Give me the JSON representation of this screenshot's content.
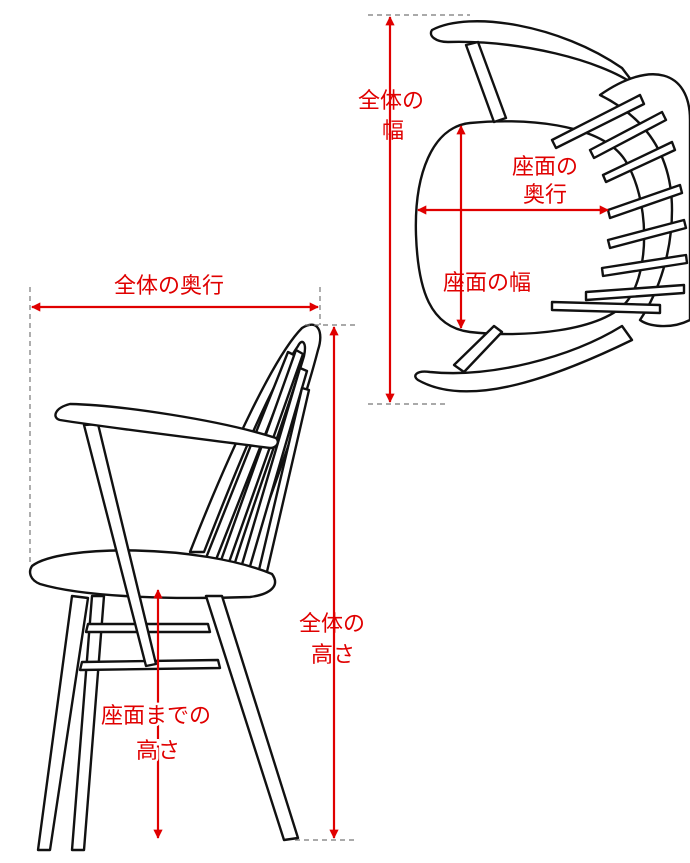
{
  "labels": {
    "top_total_width_line1": "全体の",
    "top_total_width_line2": "幅",
    "top_seat_depth_line1": "座面の",
    "top_seat_depth_line2": "奥行",
    "top_seat_width": "座面の幅",
    "side_total_depth": "全体の奥行",
    "side_total_height_line1": "全体の",
    "side_total_height_line2": "高さ",
    "side_seat_height_line1": "座面までの",
    "side_seat_height_line2": "高さ"
  },
  "colors": {
    "dimension": "#e00000",
    "outline": "#111111",
    "guide": "#777777"
  }
}
